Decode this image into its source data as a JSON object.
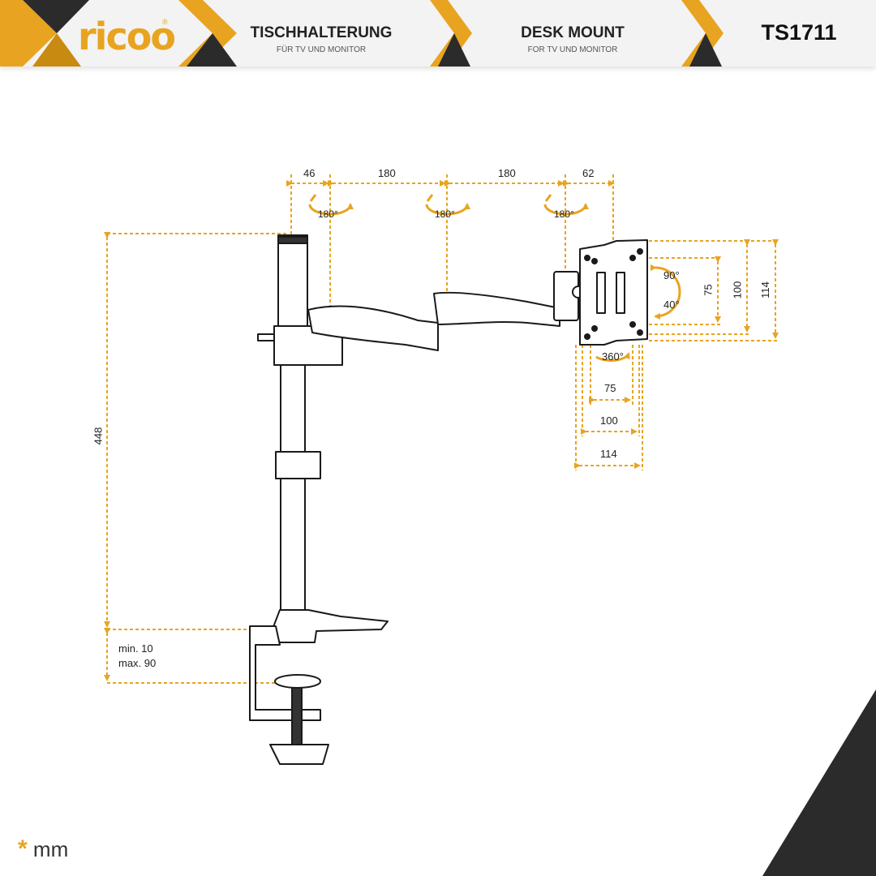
{
  "header": {
    "brand": "ricoo",
    "registered": "®",
    "title_de": "TISCHHALTERUNG",
    "subtitle_de": "FÜR TV UND MONITOR",
    "title_en": "DESK MOUNT",
    "subtitle_en": "FOR TV UND MONITOR",
    "model": "TS1711",
    "accent_color": "#e8a420",
    "dark_color": "#2b2b2b"
  },
  "dimensions": {
    "top_segments": [
      "46",
      "180",
      "180",
      "62"
    ],
    "swivel_angles": [
      "180°",
      "180°",
      "180°"
    ],
    "pole_height": "448",
    "clamp_min": "min. 10",
    "clamp_max": "max. 90",
    "tilt_up": "90°",
    "tilt_down": "40°",
    "rotation": "360°",
    "vesa_vertical": [
      "75",
      "100",
      "114"
    ],
    "vesa_horizontal": [
      "75",
      "100",
      "114"
    ]
  },
  "footer": {
    "marker": "*",
    "unit": "mm"
  }
}
